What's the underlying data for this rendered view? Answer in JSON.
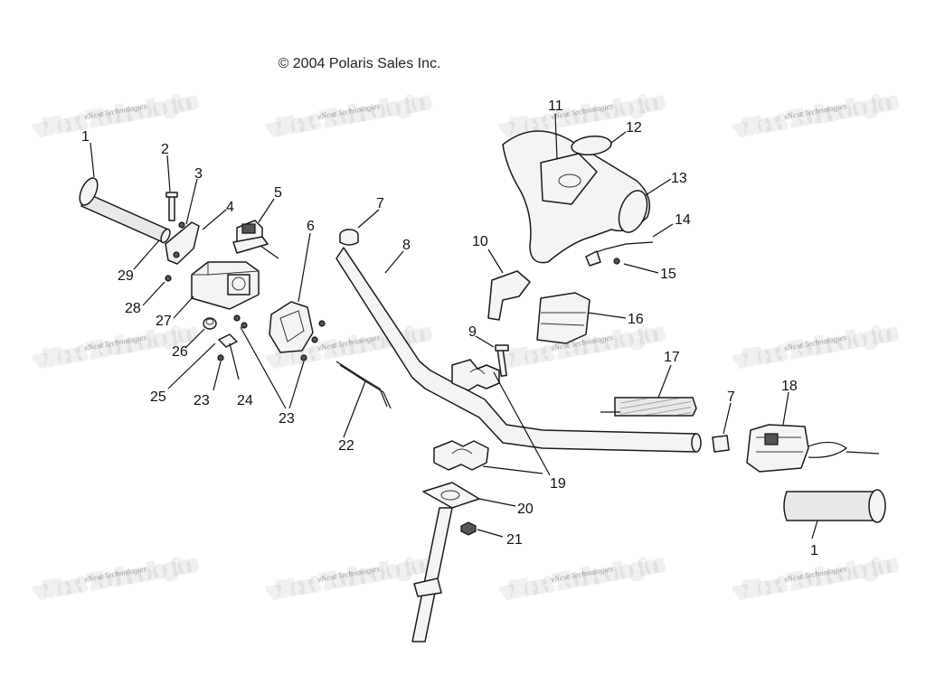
{
  "copyright": "© 2004 Polaris Sales Inc.",
  "watermark": {
    "text": "vNext Technologies"
  },
  "callouts": {
    "c1a": "1",
    "c1b": "1",
    "c2": "2",
    "c3": "3",
    "c4": "4",
    "c5": "5",
    "c6": "6",
    "c7a": "7",
    "c7b": "7",
    "c8": "8",
    "c9": "9",
    "c10": "10",
    "c11": "11",
    "c12": "12",
    "c13": "13",
    "c14": "14",
    "c15": "15",
    "c16": "16",
    "c17": "17",
    "c18": "18",
    "c19": "19",
    "c20": "20",
    "c21": "21",
    "c22": "22",
    "c23a": "23",
    "c23b": "23",
    "c24": "24",
    "c25": "25",
    "c26": "26",
    "c27": "27",
    "c28": "28",
    "c29": "29"
  }
}
